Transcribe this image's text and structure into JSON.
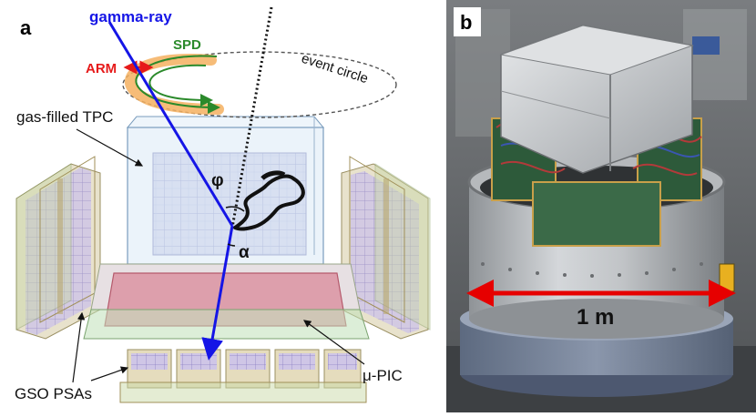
{
  "panel_a": {
    "letter": "a",
    "labels": {
      "gamma_ray": "gamma-ray",
      "spd": "SPD",
      "arm": "ARM",
      "event_circle": "event circle",
      "gas_tpc": "gas-filled TPC",
      "phi": "φ",
      "alpha": "α",
      "gso": "GSO PSAs",
      "upic": "μ-PIC"
    },
    "colors": {
      "gamma_ray": "#1515e6",
      "spd": "#2b8a2b",
      "arm": "#e61a1a",
      "arm_band": "#f5b060",
      "tpc_fill": "#dbe9f6",
      "upic_fill": "#d98a9a",
      "gso_fill": "#c8b88a",
      "gso_accent": "#9e8ed6"
    }
  },
  "panel_b": {
    "letter": "b",
    "scale_label": "1 m",
    "colors": {
      "scale_arrow": "#e60000"
    }
  }
}
